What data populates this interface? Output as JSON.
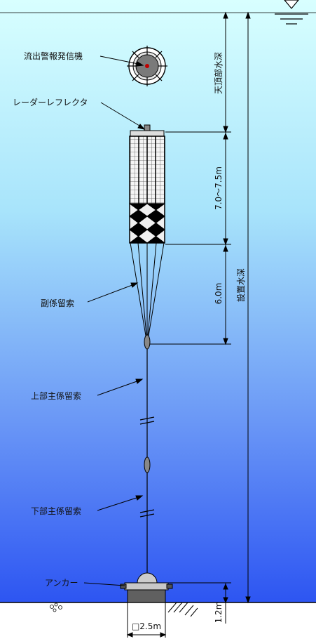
{
  "labels": {
    "transmitter": "流出警報発信機",
    "reflector": "レーダーレフレクタ",
    "sub_mooring": "副係留索",
    "upper_main_mooring": "上部主係留索",
    "lower_main_mooring": "下部主係留索",
    "anchor": "アンカー"
  },
  "dimensions": {
    "top_depth": "天頂部水深",
    "body_height": "7.0～7.5m",
    "sub_rope_length": "6.0m",
    "install_depth": "設置水深",
    "anchor_height": "1.2m",
    "anchor_width": "□2.5m"
  },
  "colors": {
    "water_top": "#d8ffff",
    "water_bottom": "#2d55f2",
    "seabed": "#ffffff",
    "line": "#000000",
    "transmitter_center": "#c00000"
  }
}
